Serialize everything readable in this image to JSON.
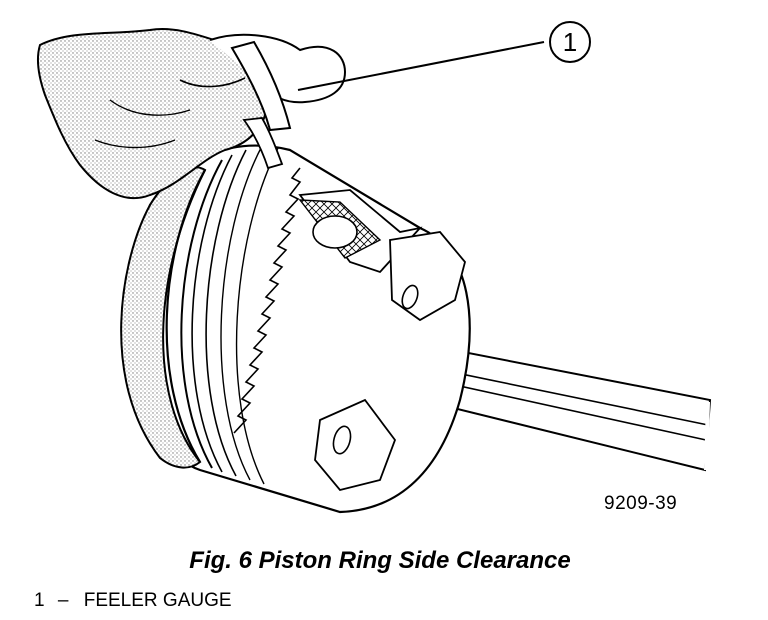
{
  "callout": {
    "number": "1"
  },
  "figure": {
    "code": "9209-39",
    "caption": "Fig. 6 Piston Ring Side Clearance"
  },
  "legend": [
    {
      "number": "1",
      "separator": "–",
      "label": "FEELER GAUGE"
    }
  ]
}
